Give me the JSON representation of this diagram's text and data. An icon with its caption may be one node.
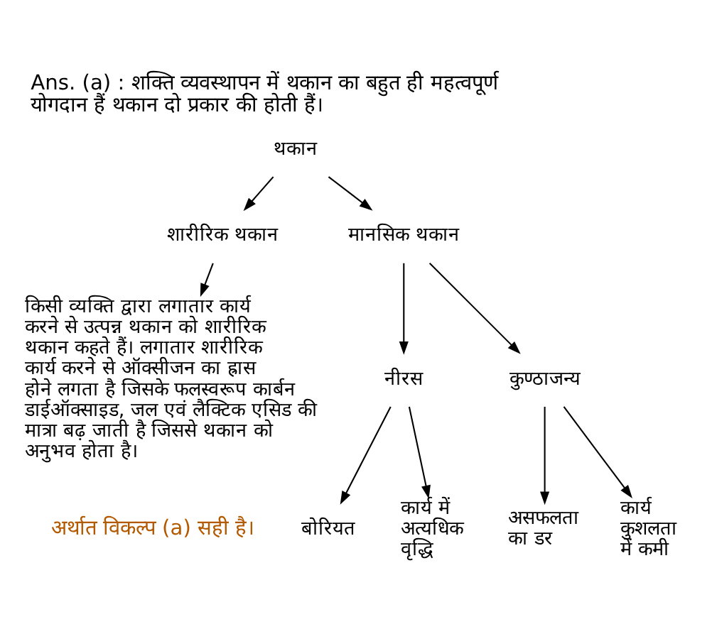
{
  "diagram": {
    "title": "Ans. (a) : शक्ति व्यवस्थापन में थकान का बहुत ही महत्वपूर्ण योगदान हैं थकान दो प्रकार की होती हैं।",
    "caption": "अर्थात विकल्प (a) सही है।",
    "nodes": [
      {
        "text": [
          "थकान"
        ]
      },
      {
        "text": [
          "शारीरिक थकान"
        ]
      },
      {
        "text": [
          "मानसिक थकान"
        ]
      },
      {
        "text": [
          "किसी व्यक्ति द्वारा लगातार कार्य करने से उत्पन्न थकान को शारीरिक थकान कहते हैं। लगातार शारीरिक कार्य करने से ऑक्सीजन का ह्रास होने लगता है जिसके फलस्वरूप कार्बन डाईऑक्साइड, जल एवं लैक्टिक एसिड की मात्रा बढ़ जाती है जिससे थकान को अनुभव होता है।"
        ]
      },
      {
        "text": [
          "नीरस"
        ]
      },
      {
        "text": [
          "कुण्ठाजन्य"
        ]
      },
      {
        "text": [
          "बोरियत"
        ]
      },
      {
        "text": [
          "कार्य में अत्यधिक वृद्धि"
        ]
      },
      {
        "text": [
          "असफलता का डर"
        ]
      },
      {
        "text": [
          "कार्य कुशलता में कमी"
        ]
      }
    ],
    "edges": [
      {
        "from": 0,
        "to": 1,
        "arrow": "to"
      },
      {
        "from": 0,
        "to": 2,
        "arrow": "to"
      },
      {
        "from": 1,
        "to": 3,
        "arrow": "to"
      },
      {
        "from": 2,
        "to": 4,
        "arrow": "to"
      },
      {
        "from": 2,
        "to": 5,
        "arrow": "to"
      },
      {
        "from": 4,
        "to": 6,
        "arrow": "to"
      },
      {
        "from": 4,
        "to": 7,
        "arrow": "to"
      },
      {
        "from": 5,
        "to": 8,
        "arrow": "to"
      },
      {
        "from": 5,
        "to": 9,
        "arrow": "to"
      }
    ]
  }
}
